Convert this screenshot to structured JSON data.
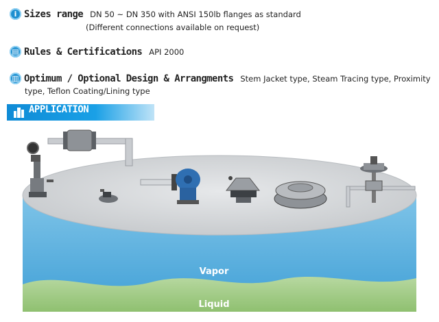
{
  "specs": [
    {
      "icon": "info-icon",
      "glyph": "i",
      "title": "Sizes range",
      "value": "DN 50 ~ DN 350 with ANSI 150lb flanges as standard",
      "sub": "(Different connections available on request)"
    },
    {
      "icon": "certificate-icon",
      "glyph": "▤",
      "title": "Rules & Certifications",
      "value": "API 2000"
    },
    {
      "icon": "document-icon",
      "glyph": "▥",
      "title": "Optimum / Optional Design & Arrangments",
      "value": "Stem Jacket type, Steam Tracing type, Proximity",
      "value2": "type, Teflon Coating/Lining type"
    }
  ],
  "application": {
    "title": "APPLICATION",
    "icon": "building-icon"
  },
  "tank": {
    "vapor_label": "Vapor",
    "liquid_label": "Liquid"
  },
  "colors": {
    "accent": "#1a97dd",
    "vapor": "#4aa6d8",
    "liquid": "#a8cf8e",
    "roof": "#d7d9dc"
  },
  "equipment": [
    "gauge-hatch-icon",
    "flame-arrester-icon",
    "breather-valve-icon",
    "vent-icon",
    "pressure-vacuum-valve-icon",
    "emergency-vent-icon",
    "manhole-cover-icon",
    "regulator-icon"
  ]
}
